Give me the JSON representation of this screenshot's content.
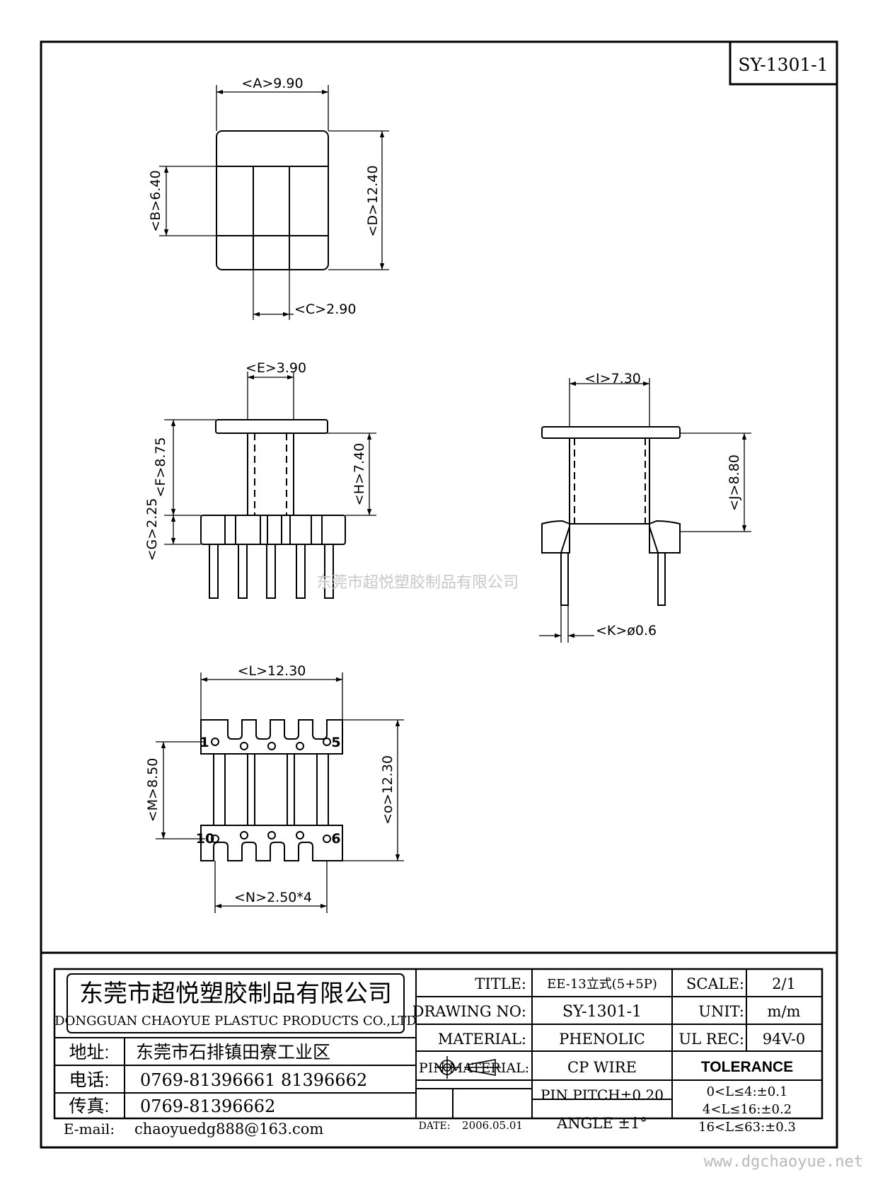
{
  "drawing_code": "SY-1301-1",
  "dimensions": {
    "A": "<A>9.90",
    "B": "<B>6.40",
    "C": "<C>2.90",
    "D": "<D>12.40",
    "E": "<E>3.90",
    "F": "<F>8.75",
    "G": "<G>2.25",
    "H": "<H>7.40",
    "I": "<I>7.30",
    "J": "<J>8.80",
    "K": "<K>ø0.6",
    "L": "<L>12.30",
    "M": "<M>8.50",
    "N": "<N>2.50*4",
    "O": "<o>12.30"
  },
  "pin_labels": {
    "p1": "1",
    "p5": "5",
    "p10": "10",
    "p6": "6"
  },
  "watermark": "东莞市超悦塑胶制品有限公司",
  "company": {
    "name_cn": "东莞市超悦塑胶制品有限公司",
    "name_en": "DONGGUAN CHAOYUE PLASTUC PRODUCTS CO.,LTD"
  },
  "contact": {
    "address_label": "地址:",
    "address": "东莞市石排镇田寮工业区",
    "phone_label": "电话:",
    "phone": "0769-81396661   81396662",
    "fax_label": "传真:",
    "fax": "0769-81396662",
    "email_label": "E-mail:",
    "email": "chaoyuedg888@163.com"
  },
  "title_block": {
    "title_label": "TITLE:",
    "title": "EE-13立式(5+5P)",
    "drawing_no_label": "DRAWING NO:",
    "drawing_no": "SY-1301-1",
    "material_label": "MATERIAL:",
    "material": "PHENOLIC",
    "pin_material_label": "PIN MATERIAL:",
    "pin_material": "CP WIRE",
    "date_label": "DATE:",
    "date": "2006.05.01",
    "pin_pitch": "PIN PITCH±0.20",
    "angle": "ANGLE  ±1°",
    "scale_label": "SCALE:",
    "scale": "2/1",
    "unit_label": "UNIT:",
    "unit": "m/m",
    "ul_rec_label": "UL REC:",
    "ul_rec": "94V-0",
    "tolerance_label": "TOLERANCE",
    "tolerance_1": "0<L≤4:±0.1",
    "tolerance_2": "4<L≤16:±0.2",
    "tolerance_3": "16<L≤63:±0.3"
  },
  "footer_url": "www.dgchaoyue.net"
}
